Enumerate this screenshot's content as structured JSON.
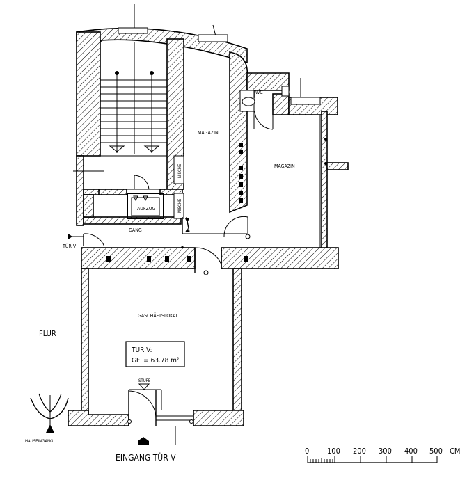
{
  "labels": {
    "magazin_left": "MAGAZIN",
    "magazin_right": "MAGAZIN",
    "wc": "WC",
    "nische_upper": "NISCHE",
    "nische_lower": "NISCHE",
    "aufzug": "AUFZUG",
    "gang": "GANG",
    "tuer_v_small": "TÜR V",
    "geschaeftslokal": "GASCHÄFTSLOKAL",
    "flur": "FLUR",
    "stufe": "STUFE",
    "hauseingang": "HAUSEINGANG",
    "eingang": "EINGANG TÜR V"
  },
  "info_box": {
    "line1": "TÜR V:",
    "line2": "GFL= 63.78 m²"
  },
  "scale_bar": {
    "ticks": [
      "0",
      "100",
      "200",
      "300",
      "400",
      "500"
    ],
    "unit": "CM"
  }
}
